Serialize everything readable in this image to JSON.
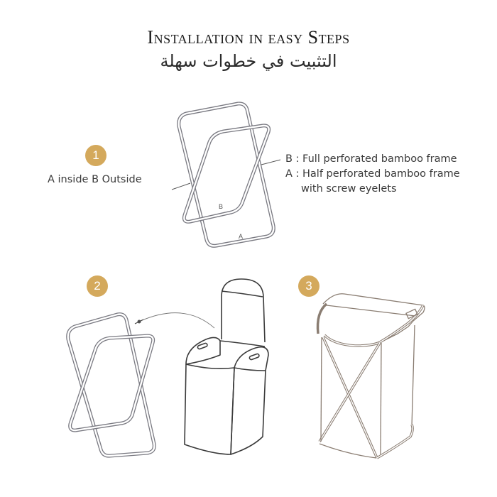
{
  "header": {
    "title": "Installation in easy Steps",
    "subtitle_ar": "التثبيت في خطوات سهلة"
  },
  "steps": [
    {
      "number": "1",
      "caption": "A inside B Outside",
      "diagram_labels": {
        "frame_b": "B",
        "frame_a": "A"
      }
    },
    {
      "number": "2"
    },
    {
      "number": "3"
    }
  ],
  "legend": {
    "b_line": "B : Full perforated bamboo frame",
    "a_line": "A : Half perforated bamboo frame",
    "a_line_cont": "with screw eyelets"
  },
  "colors": {
    "badge": "#d4a95c",
    "text": "#3a3a3a",
    "frame": "#7a7a82"
  }
}
